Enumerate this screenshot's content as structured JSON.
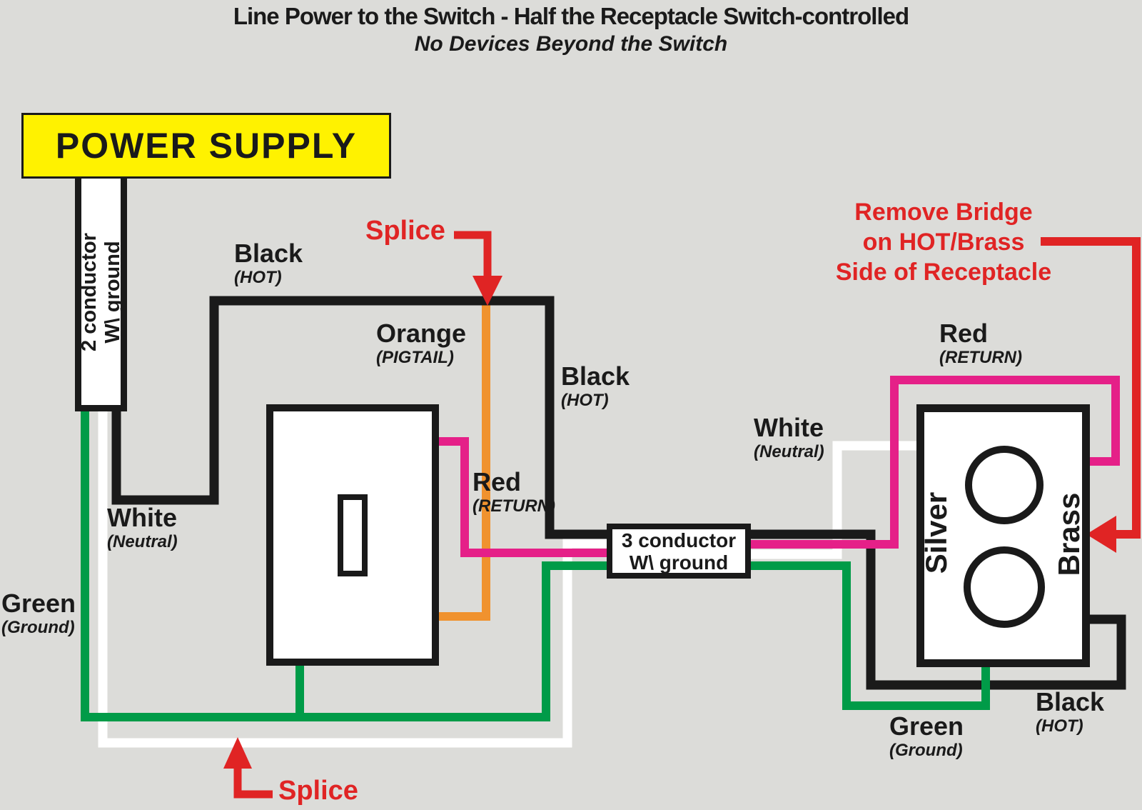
{
  "title": {
    "line1": "Line Power to the Switch - Half the Receptacle Switch-controlled",
    "line2": "No Devices Beyond the Switch"
  },
  "power_supply": {
    "label": "POWER SUPPLY"
  },
  "cable_2_conductor": {
    "line1": "2 conductor",
    "line2": "W\\ ground"
  },
  "cable_3_conductor": {
    "line1": "3 conductor",
    "line2": "W\\ ground"
  },
  "receptacle": {
    "left_terminal": "Silver",
    "right_terminal": "Brass"
  },
  "wire_labels": {
    "black_hot_top": {
      "name": "Black",
      "type": "(HOT)"
    },
    "black_hot_mid": {
      "name": "Black",
      "type": "(HOT)"
    },
    "black_hot_bottom": {
      "name": "Black",
      "type": "(HOT)"
    },
    "white_neutral_left": {
      "name": "White",
      "type": "(Neutral)"
    },
    "white_neutral_right": {
      "name": "White",
      "type": "(Neutral)"
    },
    "green_ground_left": {
      "name": "Green",
      "type": "(Ground)"
    },
    "green_ground_right": {
      "name": "Green",
      "type": "(Ground)"
    },
    "red_return_switch": {
      "name": "Red",
      "type": "(RETURN)"
    },
    "red_return_receptacle": {
      "name": "Red",
      "type": "(RETURN)"
    },
    "orange_pigtail": {
      "name": "Orange",
      "type": "(PIGTAIL)"
    }
  },
  "annotations": {
    "splice_top": "Splice",
    "splice_bottom": "Splice",
    "remove_bridge_line1": "Remove Bridge",
    "remove_bridge_line2": "on HOT/Brass",
    "remove_bridge_line3": "Side of Receptacle"
  },
  "colors": {
    "background": "#DCDCD9",
    "black_wire": "#1A1A1A",
    "white_wire": "#FFFFFF",
    "green_wire": "#009B48",
    "red_wire_pink": "#E52088",
    "orange_wire": "#F0922E",
    "annotation_red": "#E02424",
    "power_supply_yellow": "#FFF200",
    "label_text": "#1A1A1A"
  }
}
